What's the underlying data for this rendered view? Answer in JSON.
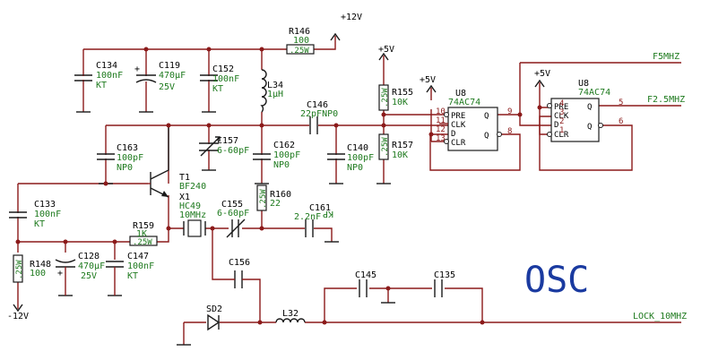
{
  "title": "OSC",
  "power": {
    "p12": "+12V",
    "m12": "-12V",
    "p5a": "+5V",
    "p5b": "+5V",
    "p5c": "+5V"
  },
  "nets": {
    "f5": "F5MHZ",
    "f25": "F2.5MHZ",
    "lock": "LOCK_10MHZ"
  },
  "components": {
    "R146": {
      "ref": "R146",
      "value": "100",
      "power": ".25W"
    },
    "C134": {
      "ref": "C134",
      "value": "100nF",
      "type": "KT"
    },
    "C119": {
      "ref": "C119",
      "value": "470µF",
      "type": "25V"
    },
    "C152": {
      "ref": "C152",
      "value": "100nF",
      "type": "KT"
    },
    "L34": {
      "ref": "L34",
      "value": "1µH"
    },
    "C146": {
      "ref": "C146",
      "value": "22pFNP0"
    },
    "C163": {
      "ref": "C163",
      "value": "100pF",
      "type": "NP0"
    },
    "C157": {
      "ref": "C157",
      "value": "6-60pF"
    },
    "C162": {
      "ref": "C162",
      "value": "100pF",
      "type": "NP0"
    },
    "C140": {
      "ref": "C140",
      "value": "100pF",
      "type": "NP0"
    },
    "T1": {
      "ref": "T1",
      "value": "BF240"
    },
    "C133": {
      "ref": "C133",
      "value": "100nF",
      "type": "KT"
    },
    "X1": {
      "ref": "X1",
      "value": "HC49",
      "freq": "10MHz"
    },
    "C155": {
      "ref": "C155",
      "value": "6-60pF"
    },
    "R160": {
      "ref": "R160",
      "value": "22",
      "power": ".25W"
    },
    "C161": {
      "ref": "C161",
      "value": "2.2nF",
      "type": "KP"
    },
    "R159": {
      "ref": "R159",
      "value": "1K",
      "power": ".25W"
    },
    "R148": {
      "ref": "R148",
      "value": "100",
      "power": ".25W"
    },
    "C128": {
      "ref": "C128",
      "value": "470µF",
      "type": "25V"
    },
    "C147": {
      "ref": "C147",
      "value": "100nF",
      "type": "KT"
    },
    "C156": {
      "ref": "C156"
    },
    "SD2": {
      "ref": "SD2"
    },
    "L32": {
      "ref": "L32"
    },
    "C145": {
      "ref": "C145"
    },
    "C135": {
      "ref": "C135"
    },
    "R155": {
      "ref": "R155",
      "value": "10K",
      "power": ".25W"
    },
    "R157": {
      "ref": "R157",
      "value": "10K",
      "power": ".25W"
    }
  },
  "ic1": {
    "ref": "U8",
    "part": "74AC74",
    "pins": {
      "pre": "PRE",
      "clk": "CLK",
      "d": "D",
      "clr": "CLR",
      "q": "Q",
      "qn": "Q"
    },
    "pin_nums": {
      "pre": "10",
      "clk": "11",
      "d": "12",
      "clr": "13",
      "q": "9",
      "qn": "8"
    }
  },
  "ic2": {
    "ref": "U8",
    "part": "74AC74",
    "pins": {
      "pre": "PRE",
      "clk": "CLK",
      "d": "D",
      "clr": "CLR",
      "q": "Q",
      "qn": "Q"
    },
    "pin_nums": {
      "pre": "4",
      "clk": "3",
      "d": "2",
      "clr": "1",
      "q": "5",
      "qn": "6"
    }
  }
}
